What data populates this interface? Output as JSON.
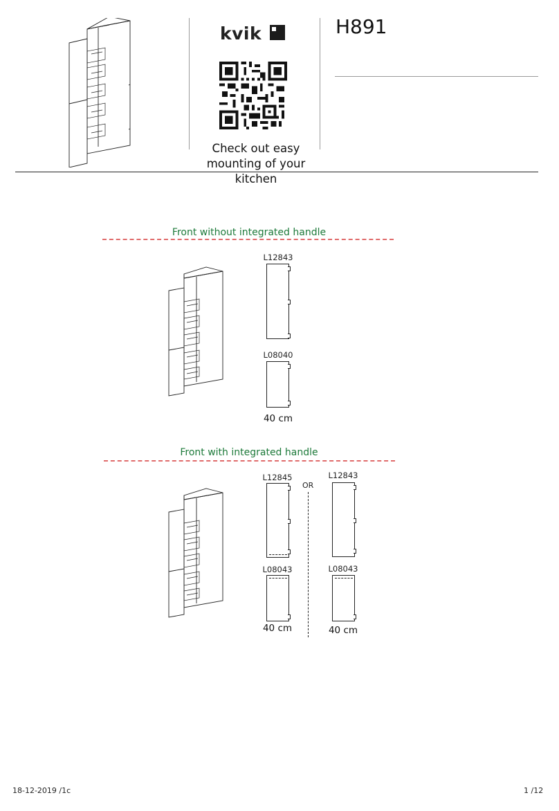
{
  "header": {
    "brand": "kvik",
    "model": "H891",
    "qr_caption_line1": "Check out easy",
    "qr_caption_line2": "mounting of your kitchen"
  },
  "section_without_handle": {
    "title": "Front without integrated handle",
    "upper_front_code": "L12843",
    "lower_front_code": "L08040",
    "width": "40 cm"
  },
  "section_with_handle": {
    "title": "Front with integrated handle",
    "left_upper_code": "L12845",
    "left_lower_code": "L08043",
    "left_width": "40 cm",
    "separator": "OR",
    "right_upper_code": "L12843",
    "right_lower_code": "L08043",
    "right_width": "40 cm"
  },
  "footer": {
    "date_rev": "18-12-2019 /1c",
    "page": "1 /12"
  },
  "colors": {
    "section_title": "#1d7a3a",
    "dashed_rule": "#e06a6a",
    "line": "#222222"
  }
}
